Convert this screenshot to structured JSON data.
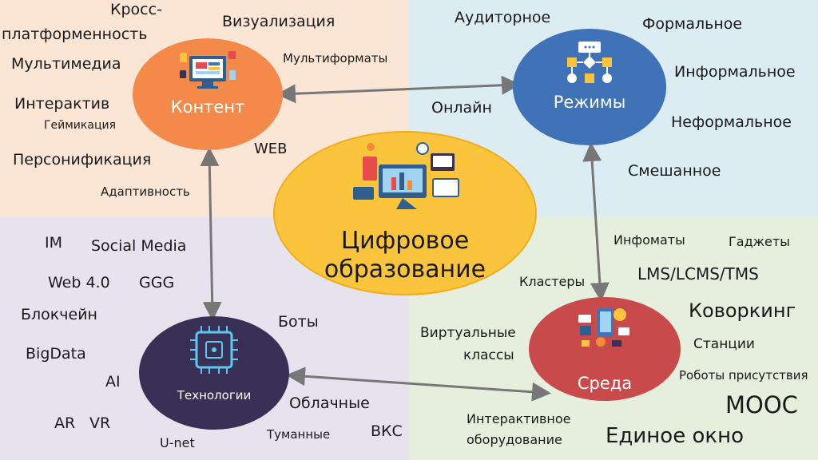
{
  "colors": {
    "content": "#f48a4a",
    "modes": "#3f72b6",
    "center": "#fbc43d",
    "technologies": "#3a2f55",
    "environment": "#c94a4a"
  },
  "center": {
    "title_line1": "Цифровое",
    "title_line2": "образование"
  },
  "content": {
    "title": "Контент",
    "items": [
      "Кросс-",
      "платформенность",
      "Визуализация",
      "Мультимедиа",
      "Мультиформаты",
      "Интерактив",
      "Геймикация",
      "Персонификация",
      "WEB",
      "Адаптивность"
    ]
  },
  "modes": {
    "title": "Режимы",
    "items": [
      "Аудиторное",
      "Формальное",
      "Информальное",
      "Онлайн",
      "Неформальное",
      "Смешанное"
    ]
  },
  "technologies": {
    "title": "Технологии",
    "items": [
      "IM",
      "Social Media",
      "Web 4.0",
      "GGG",
      "Блокчейн",
      "Боты",
      "BigData",
      "AI",
      "AR",
      "VR",
      "Облачные",
      "U-net",
      "Туманные",
      "ВКС"
    ]
  },
  "environment": {
    "title": "Среда",
    "items": [
      "Инфоматы",
      "Гаджеты",
      "LMS/LCMS/TMS",
      "Кластеры",
      "Коворкинг",
      "Виртуальные",
      "классы",
      "Станции",
      "Роботы присутствия",
      "МООС",
      "Интерактивное",
      "оборудование",
      "Единое окно"
    ]
  },
  "icons": {
    "content": "monitor-icon",
    "modes": "flowchart-icon",
    "center": "devices-icon",
    "technologies": "chip-icon",
    "environment": "gadgets-icon"
  }
}
